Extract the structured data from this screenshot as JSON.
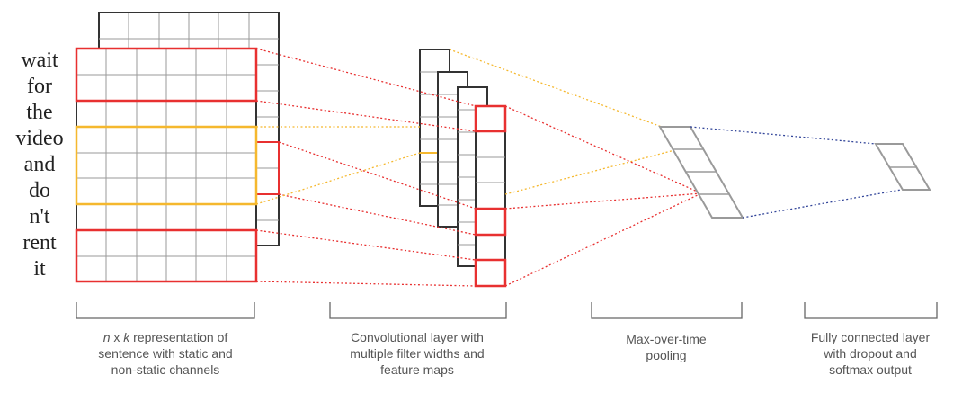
{
  "sentence_words": [
    "wait",
    "for",
    "the",
    "video",
    "and",
    "do",
    "n't",
    "rent",
    "it"
  ],
  "captions": {
    "input": {
      "var_n": "n",
      "x_sep": " x ",
      "var_k": "k",
      "line1_rest": " representation of",
      "line2": "sentence with static and",
      "line3": "non-static channels"
    },
    "conv": {
      "line1": "Convolutional layer with",
      "line2": "multiple filter widths and",
      "line3": "feature maps"
    },
    "pool": {
      "line1": "Max-over-time",
      "line2": "pooling"
    },
    "fc": {
      "line1": "Fully connected layer",
      "line2": "with dropout and",
      "line3": "softmax output"
    }
  },
  "colors": {
    "grid": "#9a9a9a",
    "outline": "#333333",
    "red_filter": "#e83030",
    "yellow_filter": "#f5b82e",
    "blue_connection": "#33469a",
    "bracket": "#666666",
    "caption_text": "#555555",
    "word_text": "#222222"
  }
}
